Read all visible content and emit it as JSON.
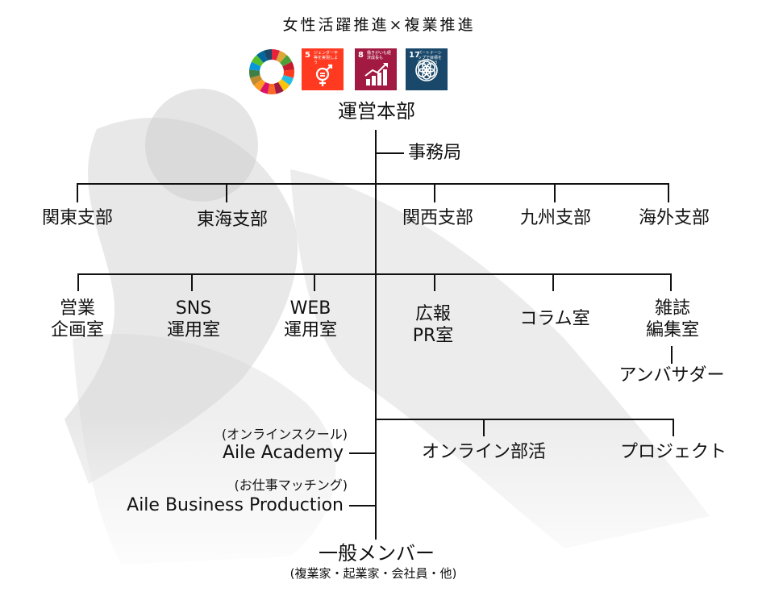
{
  "header": {
    "title": "女性活躍推進×複業推進"
  },
  "sdg": {
    "goal5": {
      "number": "5",
      "label": "ジェンダー平等を実現しよう",
      "color": "#FF3A21"
    },
    "goal8": {
      "number": "8",
      "label": "働きがいも経済成長も",
      "color": "#A21942"
    },
    "goal17": {
      "number": "17",
      "label": "パートナーシップで目標を達成しよう",
      "color": "#19486A"
    }
  },
  "org": {
    "headquarters": "運営本部",
    "secretariat": "事務局",
    "branches": [
      "関東支部",
      "東海支部",
      "関西支部",
      "九州支部",
      "海外支部"
    ],
    "offices": {
      "sales": [
        "営業",
        "企画室"
      ],
      "sns": [
        "SNS",
        "運用室"
      ],
      "web": [
        "WEB",
        "運用室"
      ],
      "pr": [
        "広報",
        "PR室"
      ],
      "column": "コラム室",
      "magazine": [
        "雑誌",
        "編集室"
      ]
    },
    "ambassador": "アンバサダー",
    "academy": {
      "note": "(オンラインスクール)",
      "name": "Aile Academy"
    },
    "business": {
      "note": "(お仕事マッチング)",
      "name": "Aile Business Production"
    },
    "online_club": "オンライン部活",
    "project": "プロジェクト",
    "members": "一般メンバー",
    "members_note": "(複業家・起業家・会社員・他)"
  }
}
